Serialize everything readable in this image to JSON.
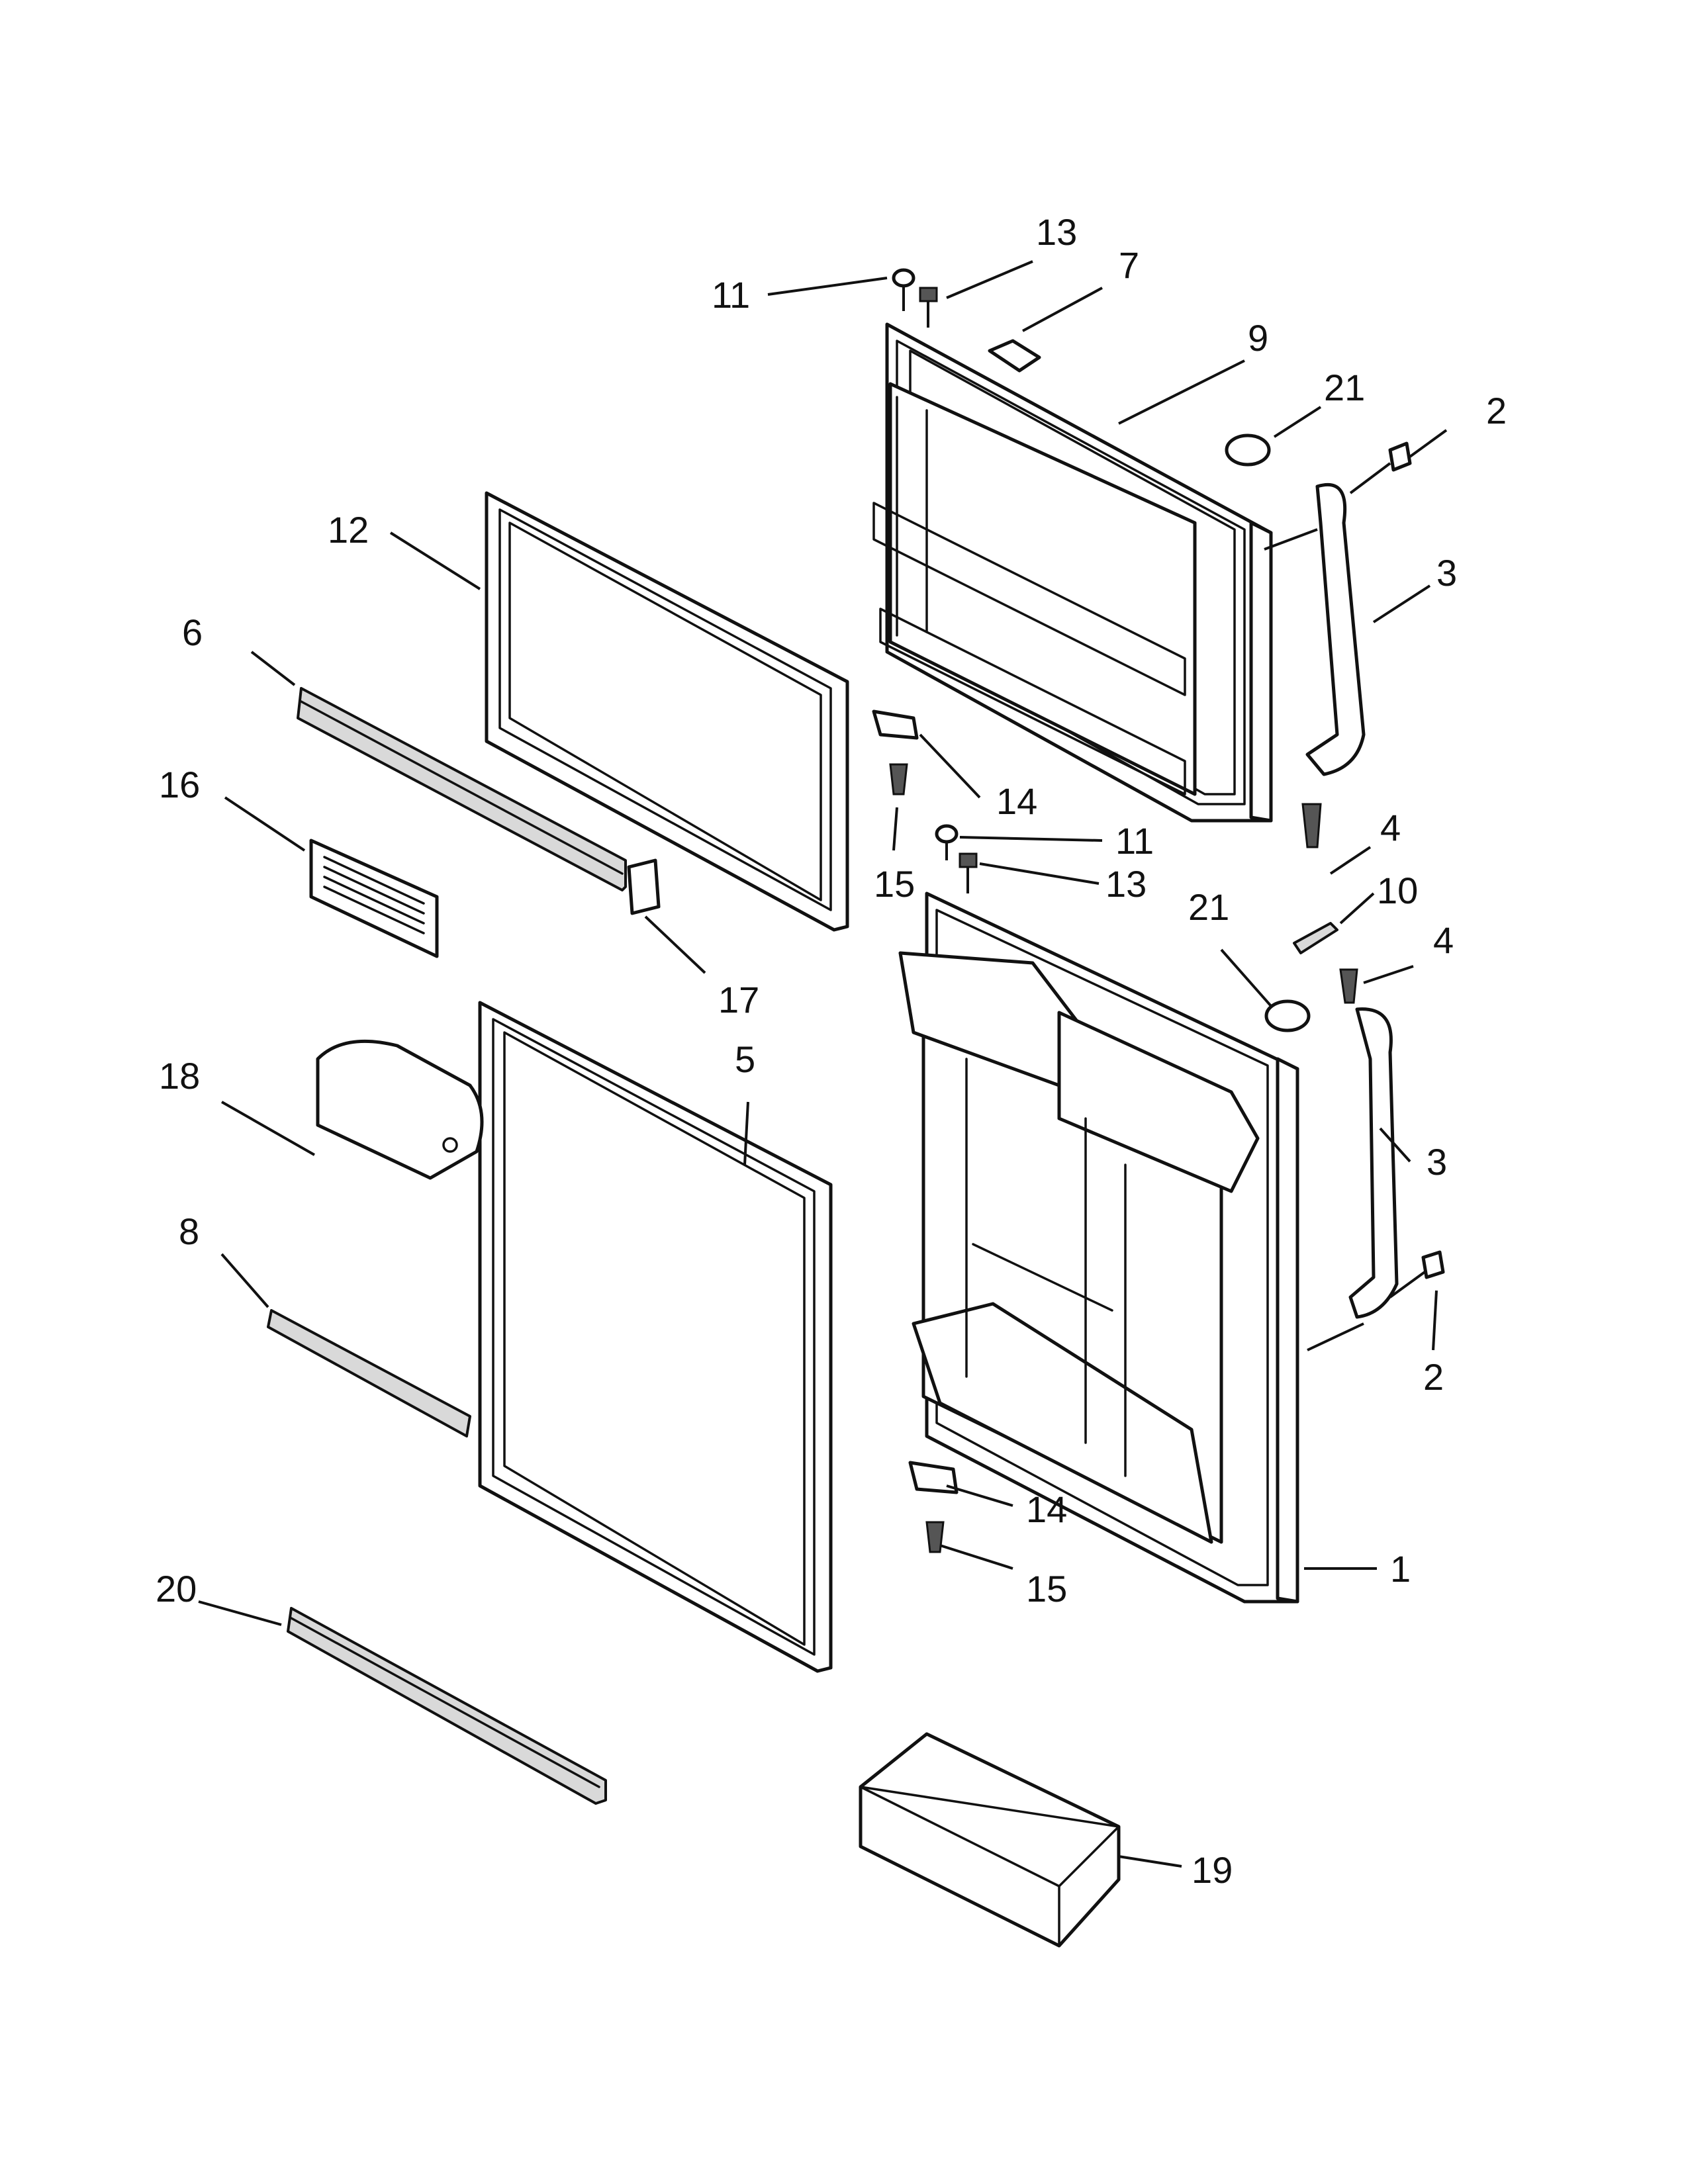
{
  "colors": {
    "line": "#111111",
    "background": "#ffffff",
    "shade": "#d9d9d9"
  },
  "callouts": [
    {
      "id": "c13a",
      "text": "13"
    },
    {
      "id": "c11a",
      "text": "11"
    },
    {
      "id": "c7",
      "text": "7"
    },
    {
      "id": "c9",
      "text": "9"
    },
    {
      "id": "c21a",
      "text": "21"
    },
    {
      "id": "c2a",
      "text": "2"
    },
    {
      "id": "c12",
      "text": "12"
    },
    {
      "id": "c3a",
      "text": "3"
    },
    {
      "id": "c6",
      "text": "6"
    },
    {
      "id": "c16",
      "text": "16"
    },
    {
      "id": "c14a",
      "text": "14"
    },
    {
      "id": "c4a",
      "text": "4"
    },
    {
      "id": "c11b",
      "text": "11"
    },
    {
      "id": "c15a",
      "text": "15"
    },
    {
      "id": "c13b",
      "text": "13"
    },
    {
      "id": "c10",
      "text": "10"
    },
    {
      "id": "c21b",
      "text": "21"
    },
    {
      "id": "c17",
      "text": "17"
    },
    {
      "id": "c4b",
      "text": "4"
    },
    {
      "id": "c5",
      "text": "5"
    },
    {
      "id": "c18",
      "text": "18"
    },
    {
      "id": "c3b",
      "text": "3"
    },
    {
      "id": "c8",
      "text": "8"
    },
    {
      "id": "c2b",
      "text": "2"
    },
    {
      "id": "c14b",
      "text": "14"
    },
    {
      "id": "c20",
      "text": "20"
    },
    {
      "id": "c1",
      "text": "1"
    },
    {
      "id": "c15b",
      "text": "15"
    },
    {
      "id": "c19",
      "text": "19"
    }
  ]
}
